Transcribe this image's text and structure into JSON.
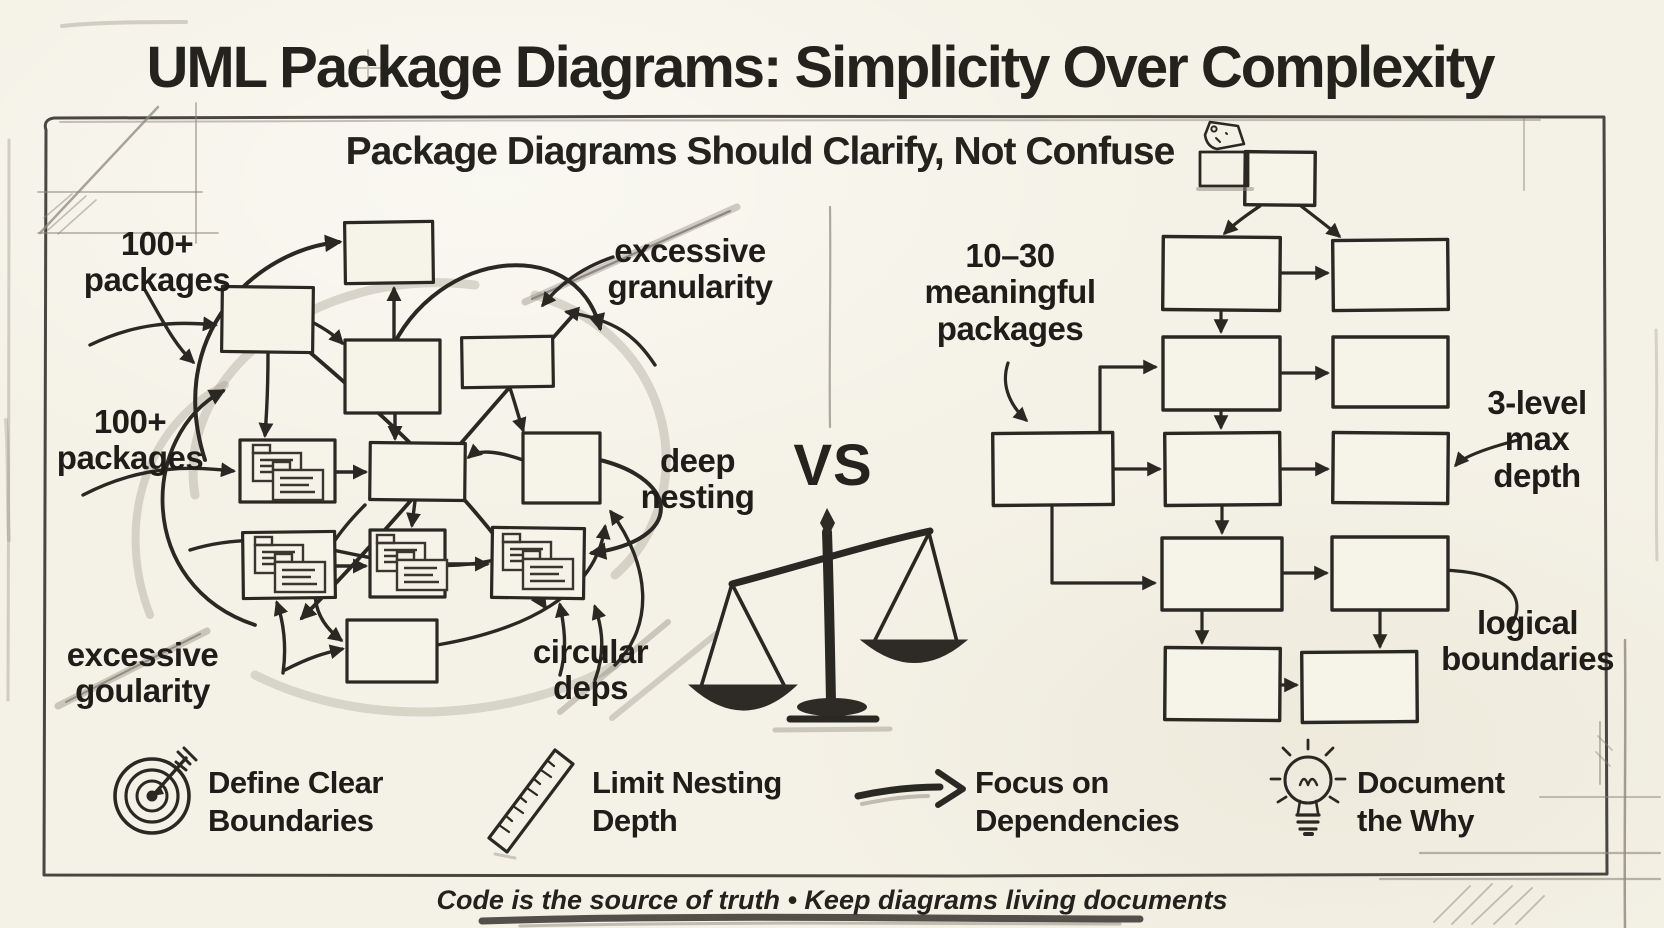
{
  "title": "UML Package Diagrams: Simplicity Over Complexity",
  "subtitle": {
    "text": "Package Diagrams Should Clarify, Not Confuse",
    "icon": "package-tag-icon"
  },
  "versus": "VS",
  "left_diagram": {
    "description": "tangled package diagram sketch",
    "labels": [
      {
        "id": "packages-top",
        "text": "100+\npackages"
      },
      {
        "id": "excessive-granularity",
        "text": "excessive\ngranularity"
      },
      {
        "id": "packages-mid",
        "text": "100+\npackages"
      },
      {
        "id": "deep-nesting",
        "text": "deep\nnesting"
      },
      {
        "id": "excessive-goularity",
        "text": "excessive\ngoularity"
      },
      {
        "id": "circular-deps",
        "text": "circular\ndeps"
      }
    ]
  },
  "right_diagram": {
    "description": "clean layered package diagram sketch",
    "labels": [
      {
        "id": "meaningful-packages",
        "text": "10–30\nmeaningful\npackages"
      },
      {
        "id": "max-depth",
        "text": "3-level\nmax\ndepth"
      },
      {
        "id": "logical-boundaries",
        "text": "logical\nboundaries"
      }
    ]
  },
  "principles": [
    {
      "icon": "target-icon",
      "label": "Define Clear\nBoundaries"
    },
    {
      "icon": "ruler-icon",
      "label": "Limit Nesting\nDepth"
    },
    {
      "icon": "arrow-icon",
      "label": "Focus on\nDependencies"
    },
    {
      "icon": "lightbulb-icon",
      "label": "Document\nthe Why"
    }
  ],
  "footer": "Code is the source of truth • Keep diagrams living documents",
  "colors": {
    "background": "#f4f1e6",
    "ink": "#24221d",
    "pencil": "#8d887b"
  }
}
